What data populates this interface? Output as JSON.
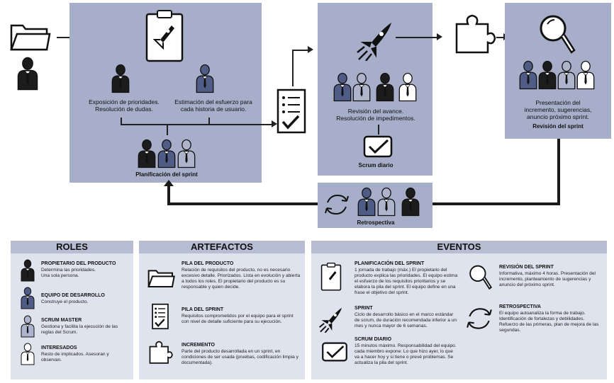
{
  "top": {
    "planning": {
      "left_caption": "Exposición de prioridades.\nResolución de dudas.",
      "right_caption": "Estimación del esfuerzo para\ncada historia de usuario.",
      "label": "Planificación del sprint"
    },
    "daily": {
      "caption": "Revisión del avance.\nResolución de impedimentos.",
      "label": "Scrum diario"
    },
    "review": {
      "caption": "Presentación del\nincremento, sugerencias,\nanuncio próximo sprint.",
      "label": "Revisión del sprint"
    },
    "retro": {
      "label": "Retrospectiva"
    }
  },
  "legend": {
    "roles": {
      "title": "ROLES",
      "items": [
        {
          "name": "PROPIETARIO DEL PRODUCTO",
          "desc": "Determina las prioridades.\nUna sola persona."
        },
        {
          "name": "EQUIPO DE DESARROLLO",
          "desc": "Construye el producto."
        },
        {
          "name": "SCRUM MASTER",
          "desc": "Gestiona y facilita la ejecución de las\nreglas del Scrum."
        },
        {
          "name": "INTERESADOS",
          "desc": "Resto de implicados. Asesoran y\nobservan."
        }
      ]
    },
    "artefacts": {
      "title": "ARTEFACTOS",
      "items": [
        {
          "name": "PILA DEL PRODUCTO",
          "desc": "Relación de requisitos del producto, no es necesario\nexcesivo detalle. Priorizados. Lista en evolución y abierta\na todos los roles. El propietario del producto es su\nresponsable y quien decide."
        },
        {
          "name": "PILA DEL SPRINT",
          "desc": "Requisitos comprometidos por el equipo para el sprint\ncon nivel de detalle suficiente para su ejecución."
        },
        {
          "name": "INCREMENTO",
          "desc": "Parte del producto desarrollada en un sprint, en\ncondiciones de ser usada (pruebas, codificación limpia y\ndocumentada)."
        }
      ]
    },
    "events": {
      "title": "EVENTOS",
      "items": [
        {
          "name": "PLANIFICACIÓN DEL SPRINT",
          "desc": "1 jornada de trabajo (máx.) El propietario del\nproducto explica las prioridades. El equipo estima\nel esfuerzo de los requisitos prioritarios y se\nelabora la pila del sprint. El equipo define en una\nfrase el objetivo del sprint."
        },
        {
          "name": "SPRINT",
          "desc": "Ciclo de desarrollo básico en el marco estándar\nde scrum, de duración recomendada inferior a un\nmes y nunca mayor de 6 semanas."
        },
        {
          "name": "SCRUM DIARIO",
          "desc": "15 minutos máximo. Responsabilidad del equipo.\ncada miembro expone: Lo que hizo ayer, lo que\nva a hacer hoy y si tiene o prevé problemas. Se\nactualiza la pila del sprint."
        },
        {
          "name": "REVISIÓN DEL SPRINT",
          "desc": "Informativa, máximo 4 horas. Presentación del\nincremento, planteamiento de sugerencias y\nanuncio del próximo sprint."
        },
        {
          "name": "RETROSPECTIVA",
          "desc": "El equipo autoanaliza la forma de trabajo.\nIdentificación de fortalezas y debilidades.\nRefuerzo de las primeras, plan de mejora de las\nsegundas."
        }
      ]
    }
  }
}
